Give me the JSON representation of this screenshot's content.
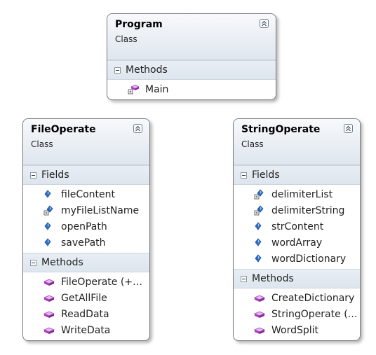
{
  "colors": {
    "field_icon": "#2f6fc9",
    "method_icon": "#a63dbb",
    "header_top": "#f7f9fc",
    "header_bottom": "#dfe6ee",
    "border": "#7a7a7a"
  },
  "program": {
    "name": "Program",
    "kind": "Class",
    "methods_label": "Methods",
    "methods": [
      {
        "name": "Main",
        "icon": "static-method-icon"
      }
    ]
  },
  "fileoperate": {
    "name": "FileOperate",
    "kind": "Class",
    "fields_label": "Fields",
    "fields": [
      {
        "name": "fileContent",
        "icon": "field-icon"
      },
      {
        "name": "myFileListName",
        "icon": "static-field-icon"
      },
      {
        "name": "openPath",
        "icon": "field-icon"
      },
      {
        "name": "savePath",
        "icon": "field-icon"
      }
    ],
    "methods_label": "Methods",
    "methods": [
      {
        "name": "FileOperate  (+…",
        "icon": "method-icon"
      },
      {
        "name": "GetAllFile",
        "icon": "method-icon"
      },
      {
        "name": "ReadData",
        "icon": "method-icon"
      },
      {
        "name": "WriteData",
        "icon": "method-icon"
      }
    ]
  },
  "stringoperate": {
    "name": "StringOperate",
    "kind": "Class",
    "fields_label": "Fields",
    "fields": [
      {
        "name": "delimiterList",
        "icon": "static-field-icon"
      },
      {
        "name": "delimiterString",
        "icon": "static-field-icon"
      },
      {
        "name": "strContent",
        "icon": "field-icon"
      },
      {
        "name": "wordArray",
        "icon": "field-icon"
      },
      {
        "name": "wordDictionary",
        "icon": "field-icon"
      }
    ],
    "methods_label": "Methods",
    "methods": [
      {
        "name": "CreateDictionary",
        "icon": "method-icon"
      },
      {
        "name": "StringOperate  (…",
        "icon": "method-icon"
      },
      {
        "name": "WordSplit",
        "icon": "method-icon"
      }
    ]
  }
}
